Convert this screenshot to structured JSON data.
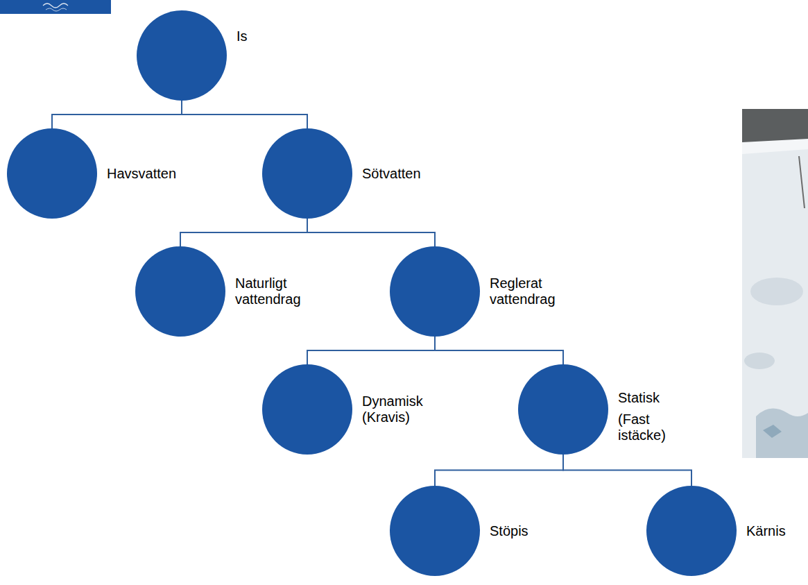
{
  "diagram": {
    "nodes": [
      {
        "text": [
          "Is"
        ]
      },
      {
        "text": [
          "Havsvatten"
        ]
      },
      {
        "text": [
          "Sötvatten"
        ]
      },
      {
        "text": [
          "Naturligt vattendrag"
        ]
      },
      {
        "text": [
          "Reglerat vattendrag"
        ]
      },
      {
        "text": [
          "Dynamisk (Kravis)"
        ]
      },
      {
        "text": [
          "Statisk",
          "(Fast istäcke)"
        ]
      },
      {
        "text": [
          "Stöpis"
        ]
      },
      {
        "text": [
          "Kärnis"
        ]
      }
    ],
    "edges": [
      {
        "from": 0,
        "to": 1,
        "arrow": "none"
      },
      {
        "from": 0,
        "to": 2,
        "arrow": "none"
      },
      {
        "from": 2,
        "to": 3,
        "arrow": "none"
      },
      {
        "from": 2,
        "to": 4,
        "arrow": "none"
      },
      {
        "from": 4,
        "to": 5,
        "arrow": "none"
      },
      {
        "from": 4,
        "to": 6,
        "arrow": "none"
      },
      {
        "from": 6,
        "to": 7,
        "arrow": "none"
      },
      {
        "from": 6,
        "to": 8,
        "arrow": "none"
      }
    ]
  }
}
